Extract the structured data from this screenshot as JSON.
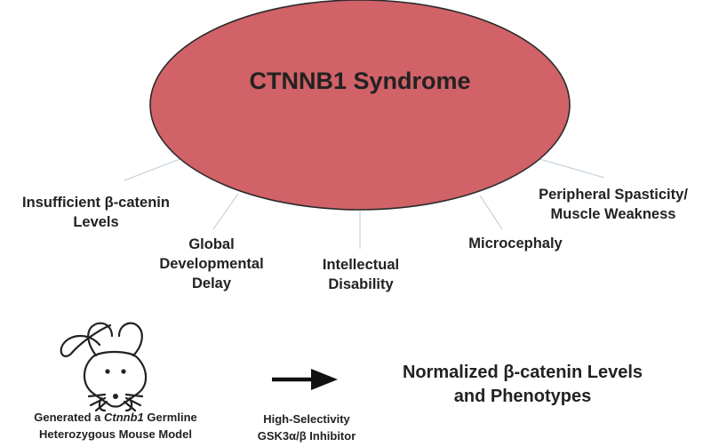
{
  "diagram": {
    "title": "CTNNB1 Syndrome",
    "features": {
      "insufficient_beta_catenin": [
        "Insufficient β-catenin",
        "Levels"
      ],
      "global_developmental_delay": [
        "Global",
        "Developmental",
        "Delay"
      ],
      "intellectual_disability": [
        "Intellectual",
        "Disability"
      ],
      "microcephaly": [
        "Microcephaly"
      ],
      "peripheral_spasticity": [
        "Peripheral Spasticity/",
        "Muscle Weakness"
      ]
    },
    "mouse_model": {
      "prefix": "Generated a ",
      "gene": "Ctnnb1",
      "suffix": " Germline",
      "line2": "Heterozygous Mouse Model"
    },
    "inhibitor": [
      "High-Selectivity",
      "GSK3α/β Inhibitor"
    ],
    "result": [
      "Normalized β-catenin Levels",
      "and Phenotypes"
    ],
    "colors": {
      "ellipse_fill": "#d06268",
      "ellipse_stroke": "#2a2a2a",
      "connector": "#c9d6df",
      "text": "#222222"
    }
  }
}
